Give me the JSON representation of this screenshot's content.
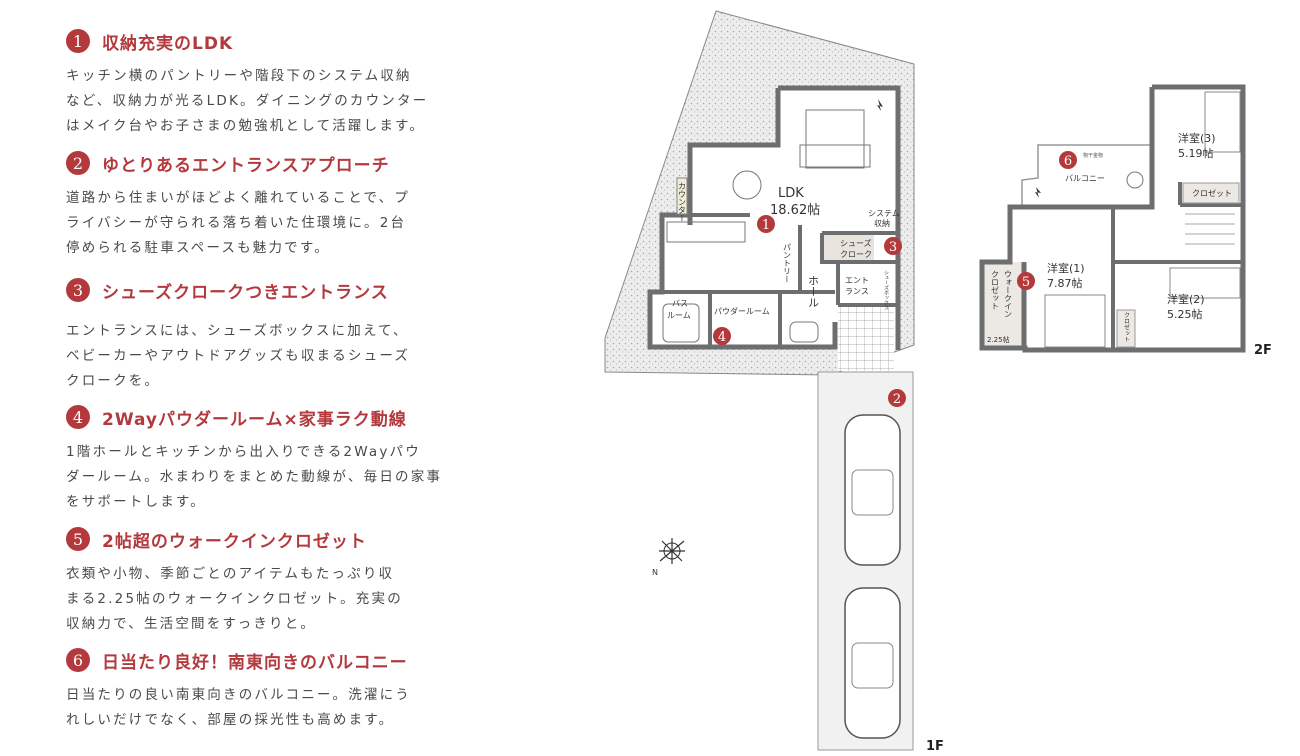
{
  "accent_color": "#b3393d",
  "features": [
    {
      "num": "1",
      "title": "収納充実のLDK",
      "lines": [
        "キッチン横のパントリーや階段下のシステム収納",
        "など、収納力が光るLDK。ダイニングのカウンター",
        "はメイク台やお子さまの勉強机として活躍します。"
      ]
    },
    {
      "num": "2",
      "title": "ゆとりあるエントランスアプローチ",
      "lines": [
        "道路から住まいがほどよく離れていることで、プ",
        "ライバシーが守られる落ち着いた住環境に。2台",
        "停められる駐車スペースも魅力です。"
      ]
    },
    {
      "num": "3",
      "title": "シューズクロークつきエントランス",
      "lines": [
        "エントランスには、シューズボックスに加えて、",
        "ベビーカーやアウトドアグッズも収まるシューズ",
        "クロークを。"
      ]
    },
    {
      "num": "4",
      "title": "2Wayパウダールーム×家事ラク動線",
      "lines": [
        "1階ホールとキッチンから出入りできる2Wayパウ",
        "ダールーム。水まわりをまとめた動線が、毎日の家事",
        "をサポートします。"
      ]
    },
    {
      "num": "5",
      "title": "2帖超のウォークインクロゼット",
      "lines": [
        "衣類や小物、季節ごとのアイテムもたっぷり収",
        "まる2.25帖のウォークインクロゼット。充実の",
        "収納力で、生活空間をすっきりと。"
      ]
    },
    {
      "num": "6",
      "title": "日当たり良好！南東向きのバルコニー",
      "lines": [
        "日当たりの良い南東向きのバルコニー。洗濯にう",
        "れしいだけでなく、部屋の採光性も高めます。"
      ]
    }
  ],
  "floor1": {
    "label": "1F",
    "rooms": {
      "ldk": "LDK",
      "ldk_size": "18.62帖",
      "counter": "カウンター",
      "pantry": "パントリー",
      "system_storage_1": "システム",
      "system_storage_2": "収納",
      "shoes_cloak_1": "シューズ",
      "shoes_cloak_2": "クローク",
      "hall": "ホール",
      "entrance_1": "エント",
      "entrance_2": "ランス",
      "shoes_box": "シューズボックス",
      "bath_1": "バス",
      "bath_2": "ルーム",
      "powder": "パウダールーム"
    }
  },
  "floor2": {
    "label": "2F",
    "rooms": {
      "room3": "洋室(3)",
      "room3_size": "5.19帖",
      "closet3": "クロゼット",
      "balcony": "バルコニー",
      "drying_hardware": "物干金物",
      "room1": "洋室(1)",
      "room1_size": "7.87帖",
      "wic_1": "ウォークイン",
      "wic_2": "クロゼット",
      "wic_size": "2.25帖",
      "room2": "洋室(2)",
      "room2_size": "5.25帖",
      "closet2": "クロゼット"
    }
  },
  "icons": {
    "compass": "compass-north-icon",
    "marker": "numbered-circle-marker"
  }
}
